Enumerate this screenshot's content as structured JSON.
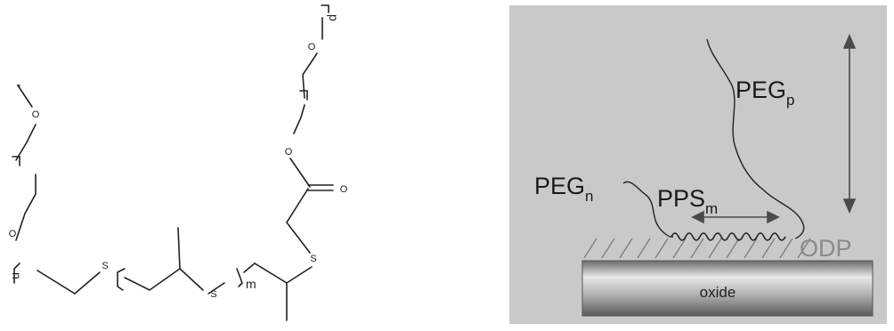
{
  "structure": {
    "atoms": {
      "o_top_chain": "O",
      "o_carbonyl": "O",
      "o_ester": "O",
      "o_peg_n_1": "O",
      "o_peg_n_2": "O",
      "s_1": "S",
      "s_2": "S",
      "s_3": "S"
    },
    "subscripts": {
      "p": "p",
      "n": "n",
      "m": "m"
    }
  },
  "schematic": {
    "peg_p_label": "PEG",
    "peg_p_sub": "p",
    "peg_n_label": "PEG",
    "peg_n_sub": "n",
    "pps_label": "PPS",
    "pps_sub": "m",
    "odp_label": "ODP",
    "oxide_label": "oxide",
    "colors": {
      "background": "#c9c9c9",
      "text": "#1a1a1a",
      "odp_text": "#8a8a8a",
      "arrow": "#4a4a4a"
    }
  }
}
